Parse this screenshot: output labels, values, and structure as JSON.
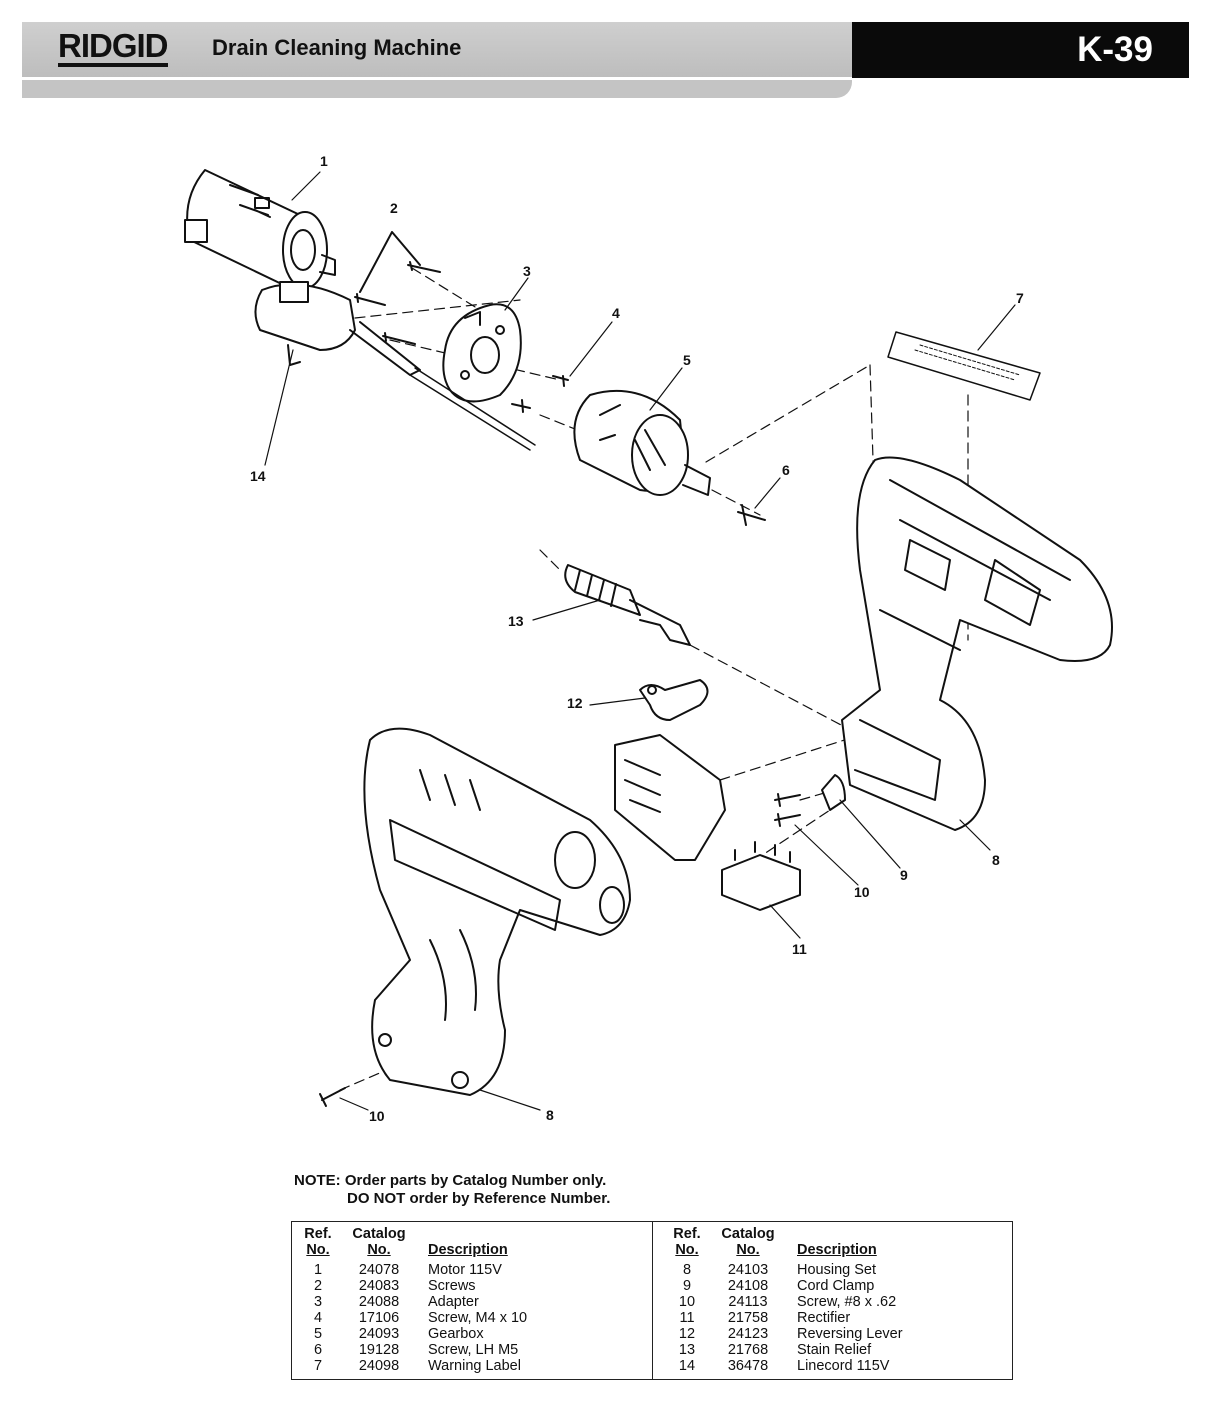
{
  "header": {
    "brand": "RIDGID",
    "title": "Drain Cleaning Machine",
    "code": "K-39"
  },
  "callouts": [
    "1",
    "2",
    "3",
    "4",
    "5",
    "6",
    "7",
    "8",
    "9",
    "10",
    "11",
    "12",
    "13",
    "14",
    "10",
    "8"
  ],
  "note": {
    "line1": "NOTE: Order parts by Catalog Number only.",
    "line2": "DO NOT order by Reference Number."
  },
  "parts_table": {
    "headers": {
      "ref_top": "Ref.",
      "ref_bottom": "No.",
      "cat_top": "Catalog",
      "cat_bottom": "No.",
      "desc": "Description"
    },
    "left": [
      {
        "ref": "1",
        "catalog": "24078",
        "desc": "Motor 115V"
      },
      {
        "ref": "2",
        "catalog": "24083",
        "desc": "Screws"
      },
      {
        "ref": "3",
        "catalog": "24088",
        "desc": "Adapter"
      },
      {
        "ref": "4",
        "catalog": "17106",
        "desc": "Screw, M4 x 10"
      },
      {
        "ref": "5",
        "catalog": "24093",
        "desc": "Gearbox"
      },
      {
        "ref": "6",
        "catalog": "19128",
        "desc": "Screw, LH M5"
      },
      {
        "ref": "7",
        "catalog": "24098",
        "desc": "Warning Label"
      }
    ],
    "right": [
      {
        "ref": "8",
        "catalog": "24103",
        "desc": "Housing Set"
      },
      {
        "ref": "9",
        "catalog": "24108",
        "desc": "Cord Clamp"
      },
      {
        "ref": "10",
        "catalog": "24113",
        "desc": "Screw, #8 x .62"
      },
      {
        "ref": "11",
        "catalog": "21758",
        "desc": "Rectifier"
      },
      {
        "ref": "12",
        "catalog": "24123",
        "desc": "Reversing Lever"
      },
      {
        "ref": "13",
        "catalog": "21768",
        "desc": "Stain Relief"
      },
      {
        "ref": "14",
        "catalog": "36478",
        "desc": "Linecord 115V"
      }
    ]
  }
}
